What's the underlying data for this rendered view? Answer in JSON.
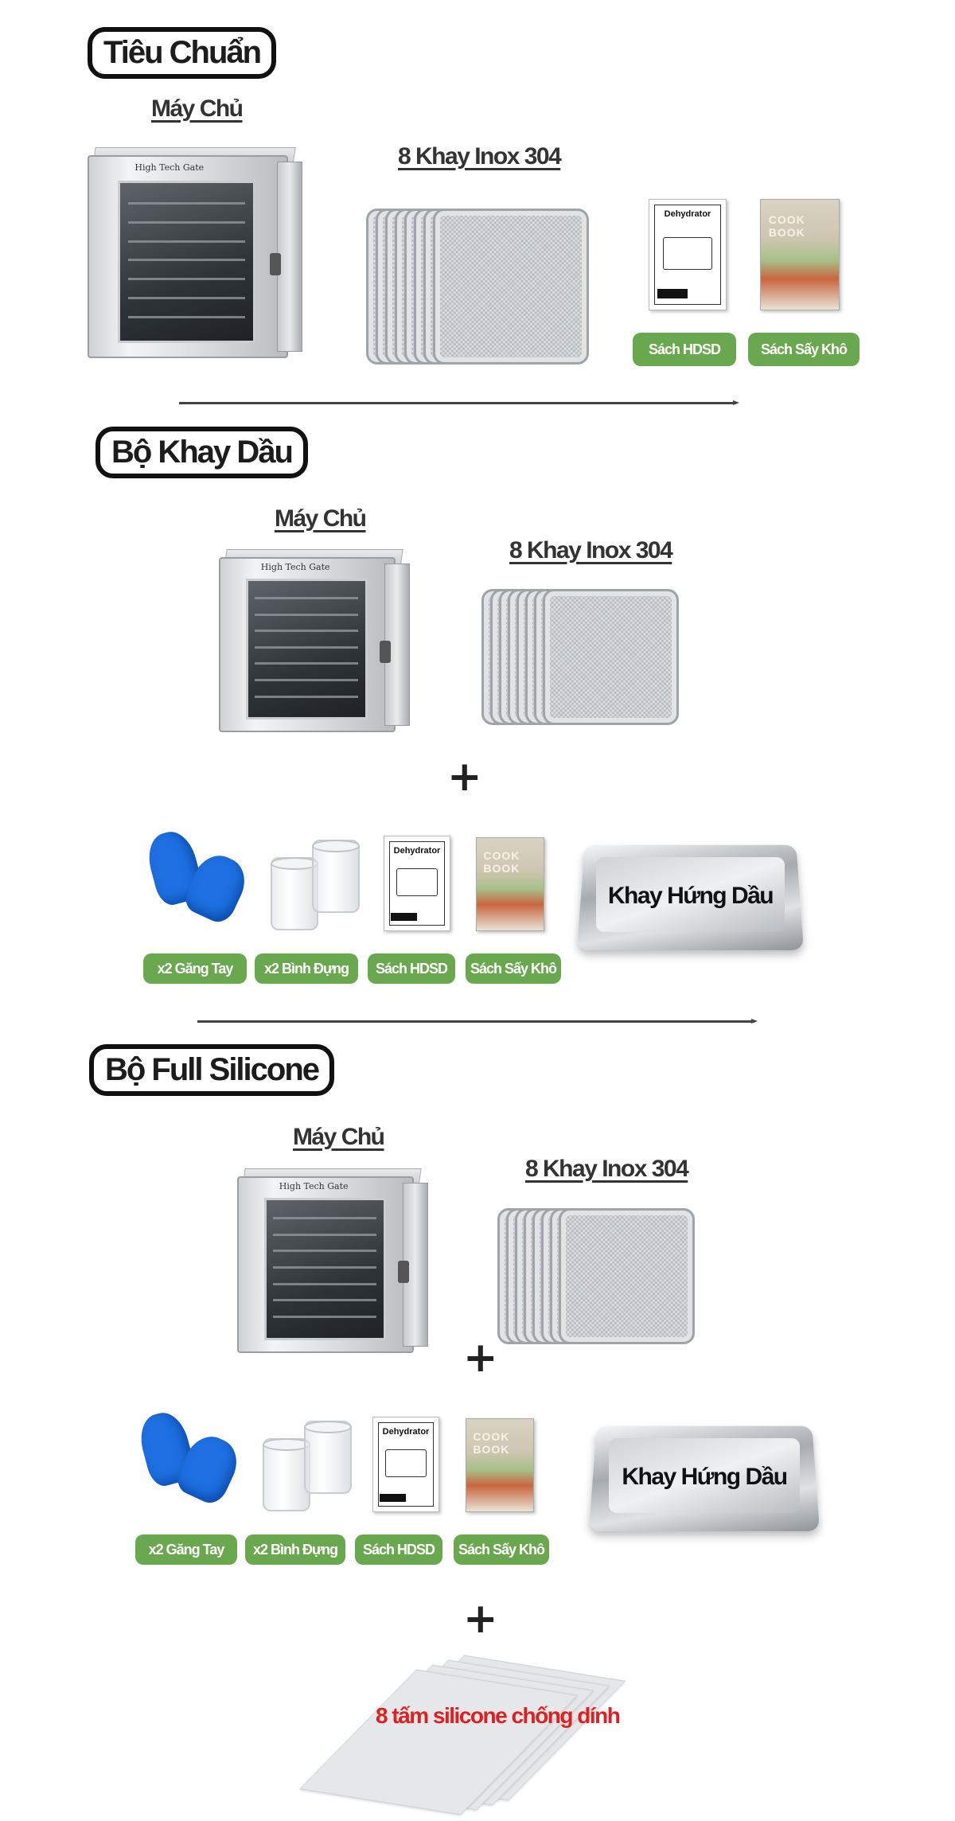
{
  "accent_color": "#6aa84f",
  "sections": {
    "standard": {
      "title": "Tiêu Chuẩn",
      "machine_label": "Máy Chủ",
      "machine_brand": "High Tech Gate",
      "trays_label": "8 Khay Inox 304",
      "manual_book_title": "Dehydrator",
      "cookbook_title": "COOK BOOK",
      "pills": [
        "Sách HDSD",
        "Sách Sấy Khô"
      ]
    },
    "oil_tray": {
      "title": "Bộ Khay Dầu",
      "machine_label": "Máy Chủ",
      "machine_brand": "High Tech Gate",
      "trays_label": "8 Khay Inox 304",
      "plus": "+",
      "manual_book_title": "Dehydrator",
      "cookbook_title": "COOK BOOK",
      "pills": [
        "x2 Găng Tay",
        "x2 Bình Đựng",
        "Sách HDSD",
        "Sách Sấy Khô"
      ],
      "pan_label": "Khay Hứng Dầu"
    },
    "full_silicone": {
      "title": "Bộ Full Silicone",
      "machine_label": "Máy Chủ",
      "machine_brand": "High Tech Gate",
      "trays_label": "8 Khay Inox 304",
      "plus": "+",
      "manual_book_title": "Dehydrator",
      "cookbook_title": "COOK BOOK",
      "pills": [
        "x2 Găng Tay",
        "x2 Bình Đựng",
        "Sách HDSD",
        "Sách Sấy Khô"
      ],
      "pan_label": "Khay Hứng Dầu",
      "silicone_label": "8 tấm silicone chống dính",
      "silicone_color": "#e02020"
    }
  }
}
